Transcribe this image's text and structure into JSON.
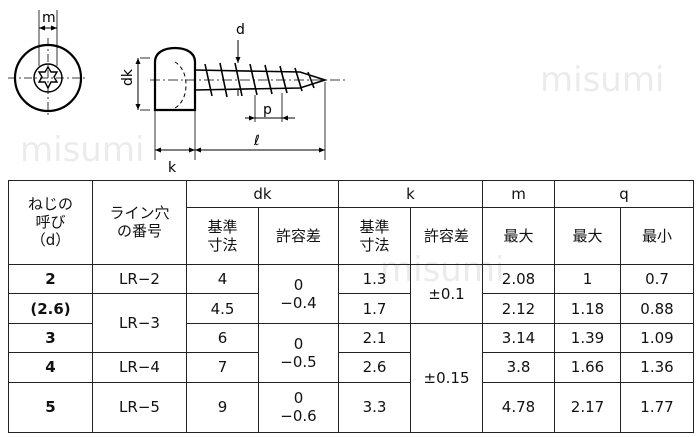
{
  "drawing": {
    "label_m": "m",
    "label_d": "d",
    "label_dk": "dk",
    "label_p": "p",
    "label_l": "ℓ",
    "label_k": "k"
  },
  "table": {
    "headers": {
      "nominal_line1": "ねじの",
      "nominal_line2": "呼び",
      "nominal_line3": "（d）",
      "recess_line1": "ライン穴",
      "recess_line2": "の番号",
      "dk": "dk",
      "k": "k",
      "m": "m",
      "q": "q",
      "basic_line1": "基準",
      "basic_line2": "寸法",
      "tolerance": "許容差",
      "k_basic_line1": "基準",
      "k_basic_line2": "寸法",
      "k_tolerance": "許容差",
      "m_max": "最大",
      "q_max": "最大",
      "q_min": "最小"
    },
    "rows": [
      {
        "d": "2",
        "recess": "LR−2",
        "dk": "4",
        "k": "1.3",
        "m": "2.08",
        "q_max": "1",
        "q_min": "0.7"
      },
      {
        "d": "(2.6)",
        "dk": "4.5",
        "k": "1.7",
        "m": "2.12",
        "q_max": "1.18",
        "q_min": "0.88"
      },
      {
        "d": "3",
        "dk": "6",
        "k": "2.1",
        "m": "3.14",
        "q_max": "1.39",
        "q_min": "1.09"
      },
      {
        "d": "4",
        "recess": "LR−4",
        "dk": "7",
        "k": "2.6",
        "m": "3.8",
        "q_max": "1.66",
        "q_min": "1.36"
      },
      {
        "d": "5",
        "recess": "LR−5",
        "dk": "9",
        "k": "3.3",
        "m": "4.78",
        "q_max": "2.17",
        "q_min": "1.77"
      }
    ],
    "merged": {
      "recess_lr3": "LR−3",
      "dk_tol_1_line1": "0",
      "dk_tol_1_line2": "−0.4",
      "dk_tol_2_line1": "0",
      "dk_tol_2_line2": "−0.5",
      "dk_tol_3_line1": "0",
      "dk_tol_3_line2": "−0.6",
      "k_tol_1": "±0.1",
      "k_tol_2": "±0.15"
    }
  },
  "watermark": "misumi",
  "colors": {
    "line": "#000000",
    "text": "#111111"
  }
}
